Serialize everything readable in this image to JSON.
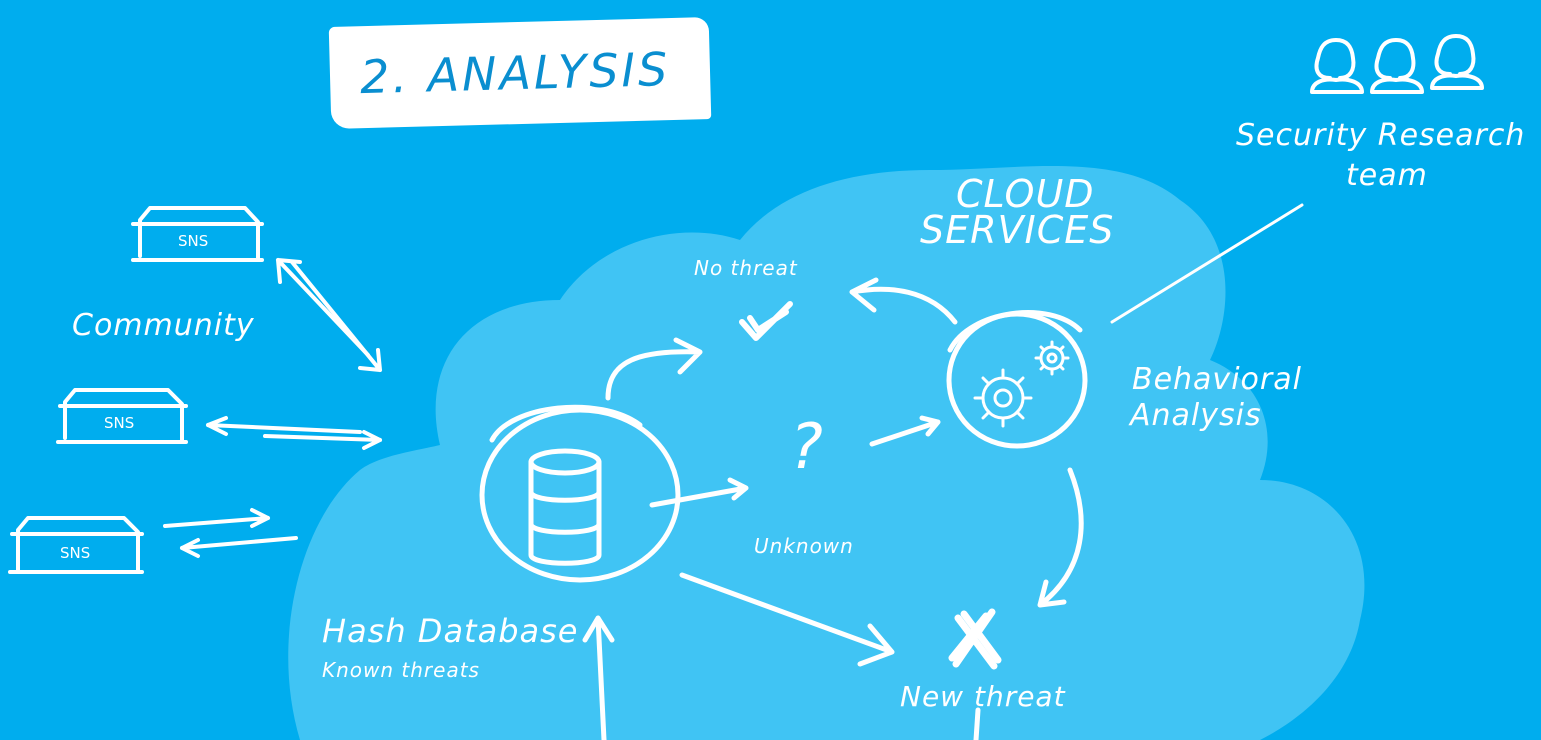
{
  "title": "2. ANALYSIS",
  "cloud_title_line1": "CLOUD",
  "cloud_title_line2": "SERVICES",
  "team_line1": "Security Research",
  "team_line2": "team",
  "community": "Community",
  "sns": [
    "SNS",
    "SNS",
    "SNS"
  ],
  "no_threat": "No threat",
  "unknown_mark": "?",
  "unknown": "Unknown",
  "behavioral_line1": "Behavioral",
  "behavioral_line2": "Analysis",
  "hash_db": "Hash Database",
  "known_threats": "Known threats",
  "new_threat": "New threat",
  "colors": {
    "background": "#00adee",
    "cloud": "#40c4f4",
    "ink": "#ffffff",
    "title_text": "#0a8ed0"
  }
}
